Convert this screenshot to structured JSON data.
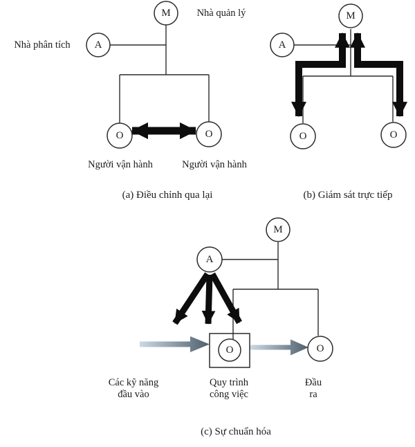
{
  "figure": {
    "node_letters": {
      "manager": "M",
      "analyst": "A",
      "operator": "O"
    },
    "diagram_a": {
      "caption": "(a) Điều chỉnh qua lại",
      "manager_label": "Nhà quản lý",
      "analyst_label": "Nhà phân tích",
      "operator_left_label": "Người vận hành",
      "operator_right_label": "Người vận hành"
    },
    "diagram_b": {
      "caption": "(b) Giám sát trực tiếp"
    },
    "diagram_c": {
      "caption": "(c) Sự chuẩn hóa",
      "input_label": "Các kỹ năng\nđầu vào",
      "process_label": "Quy trình\ncông việc",
      "output_label": "Đầu\nra"
    },
    "colors": {
      "line": "#2b2b2b",
      "thick_arrow": "#0d0d0d",
      "gradient_from": "#ccd9e4",
      "gradient_to": "#4e5f6b"
    }
  }
}
